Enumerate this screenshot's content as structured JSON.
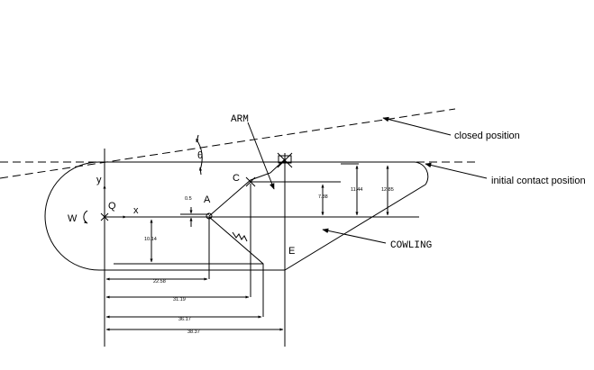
{
  "labels": {
    "arm": "ARM",
    "closed_position": "closed position",
    "initial_contact_position": "initial contact position",
    "cowling": "COWLING",
    "theta": "θ",
    "point_c": "C",
    "point_a": "A",
    "point_q": "Q",
    "point_e": "E",
    "axis_x": "x",
    "axis_y": "y",
    "weight": "W"
  },
  "dimensions": {
    "d_0_5": "0.5",
    "d_7_38": "7.38",
    "d_11_44": "11.44",
    "d_12_85": "12.85",
    "d_10_14": "10.14",
    "d_22_58": "22.58",
    "d_31_19": "31.19",
    "d_36_17": "36.17",
    "d_38_37": "38.37"
  }
}
